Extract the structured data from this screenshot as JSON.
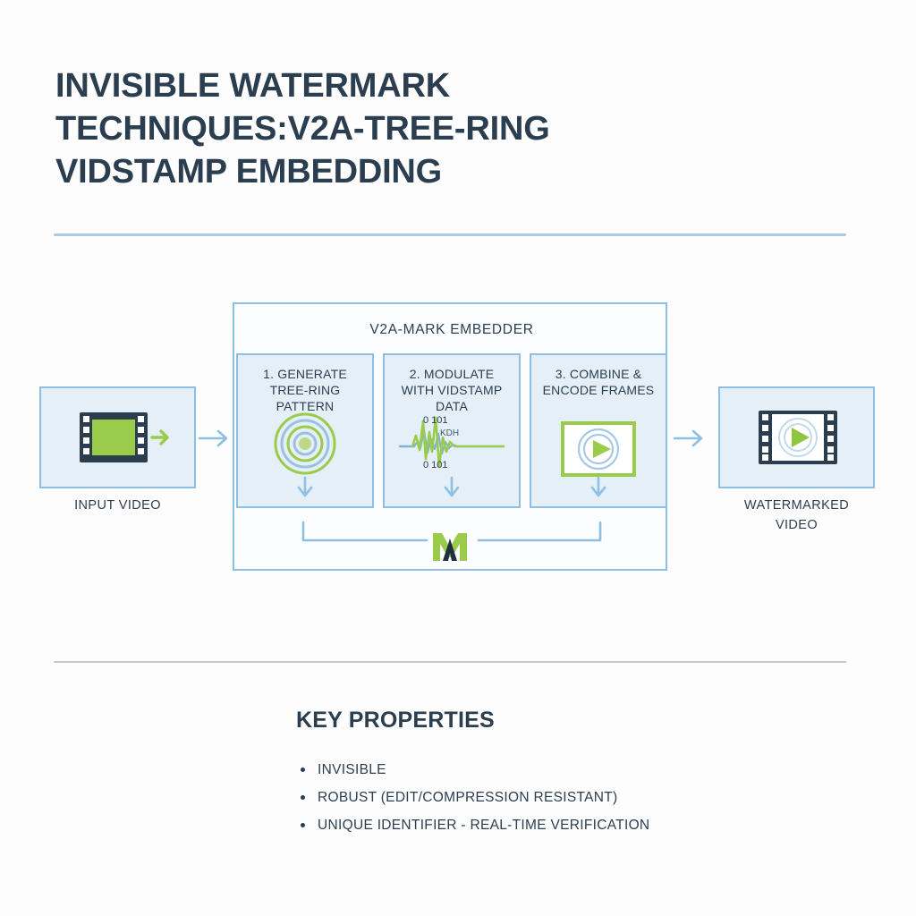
{
  "page": {
    "background": "#fdfdfd",
    "title_lines": [
      "INVISIBLE WATERMARK",
      "TECHNIQUES:V2A-TREE-RING",
      "VIDSTAMP EMBEDDING"
    ]
  },
  "colors": {
    "ink": "#2b3e50",
    "blue_line": "#8fc0e3",
    "blue_fill": "#e4eff8",
    "green": "#9bcb4b",
    "divider_top": "#a9cbe8",
    "divider_bottom": "#c3cacf"
  },
  "diagram": {
    "input": {
      "label": "INPUT VIDEO",
      "icon": "film-strip-icon"
    },
    "output": {
      "label": "WATERMARKED VIDEO",
      "label_line_1": "WATERMARKED",
      "label_line_2": "VIDEO",
      "icon": "film-strip-play-icon"
    },
    "embedder": {
      "title": "V2A-MARK EMBEDDER",
      "steps": [
        {
          "label": "1. GENERATE TREE-RING PATTERN",
          "label_lines": [
            "1. GENERATE",
            "TREE-RING",
            "PATTERN"
          ],
          "icon": "tree-ring-icon"
        },
        {
          "label": "2. MODULATE WITH VIDSTAMP DATA",
          "label_lines": [
            "2. MODULATE",
            "WITH VIDSTAMP",
            "DATA"
          ],
          "icon": "waveform-icon",
          "bits_top": "0  101",
          "bits_middle": "KDH",
          "bits_bottom": "0  101"
        },
        {
          "label": "3. COMBINE & ENCODE FRAMES",
          "label_lines": [
            "3. COMBINE &",
            "ENCODE FRAMES"
          ],
          "icon": "play-frame-icon"
        }
      ],
      "logo": "m-logo-icon"
    }
  },
  "key_properties": {
    "title": "KEY PROPERTIES",
    "items": [
      "INVISIBLE",
      "ROBUST (EDIT/COMPRESSION RESISTANT)",
      "UNIQUE IDENTIFIER - REAL-TIME VERIFICATION"
    ]
  }
}
